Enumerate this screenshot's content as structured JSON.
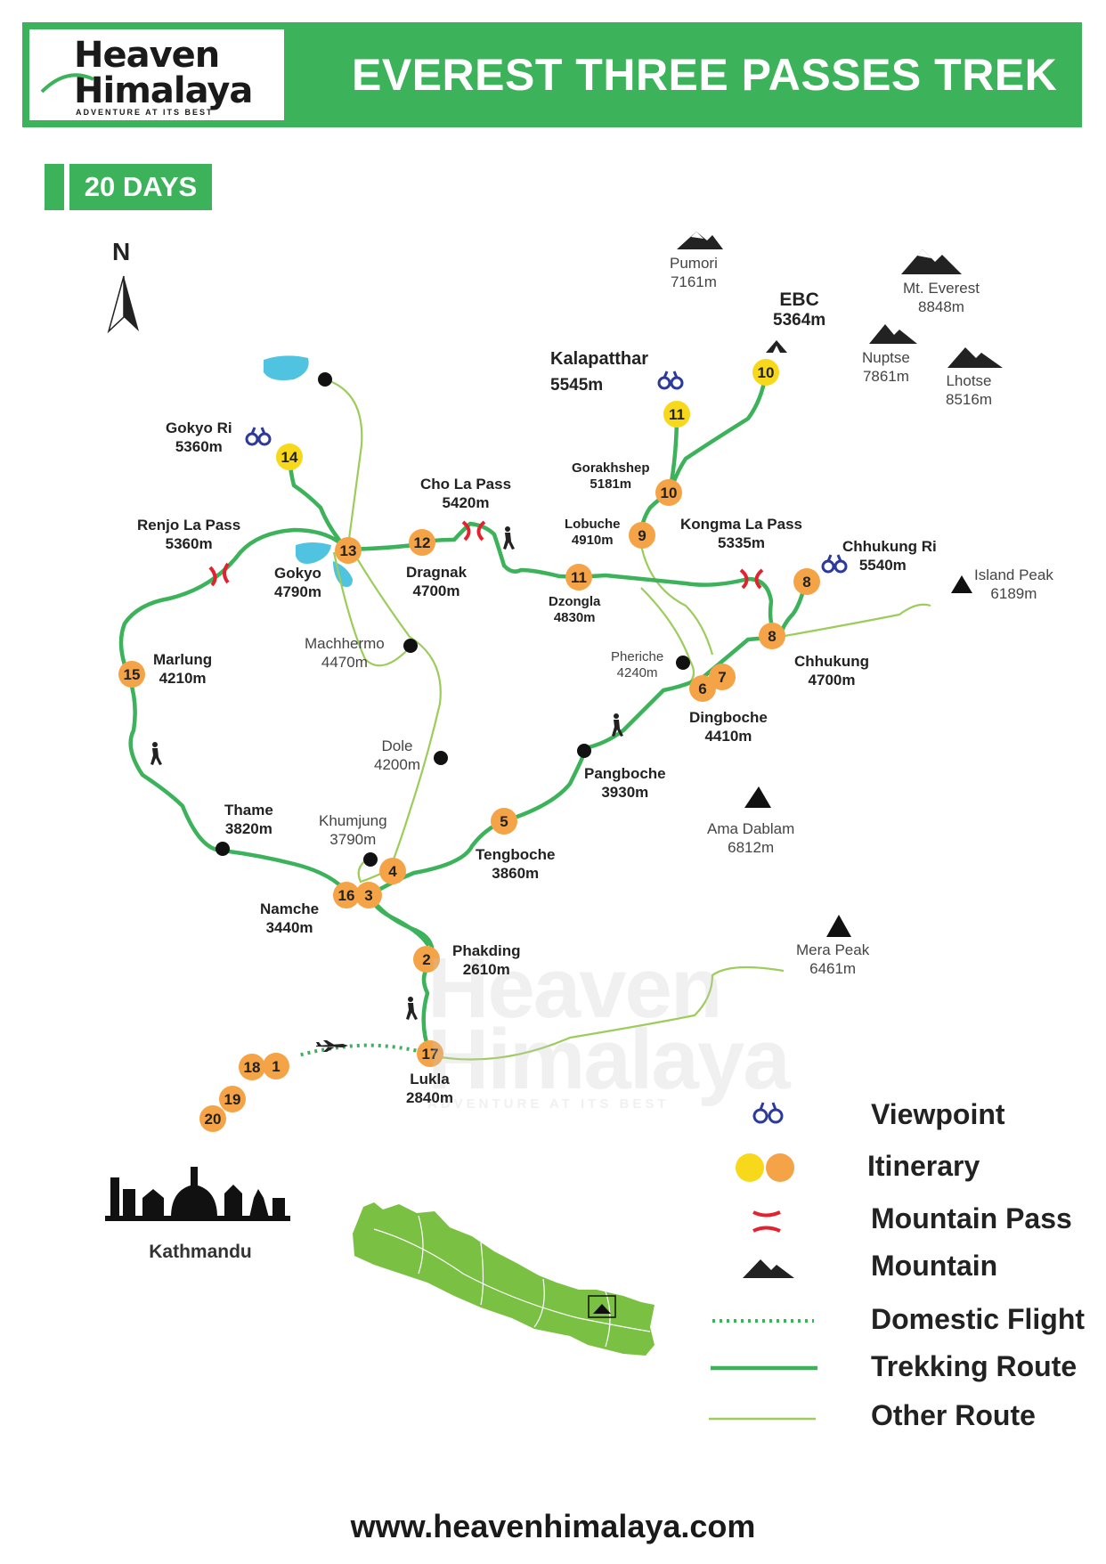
{
  "header": {
    "logo_line1": "Heaven",
    "logo_line2": "Himalaya",
    "logo_tagline": "ADVENTURE AT ITS BEST",
    "title": "EVEREST THREE PASSES TREK"
  },
  "duration_badge": "20 DAYS",
  "north_label": "N",
  "places": [
    {
      "id": "pumori",
      "name": "Pumori",
      "alt": "7161m"
    },
    {
      "id": "ebc",
      "name": "EBC",
      "alt": "5364m"
    },
    {
      "id": "everest",
      "name": "Mt. Everest",
      "alt": "8848m"
    },
    {
      "id": "nuptse",
      "name": "Nuptse",
      "alt": "7861m"
    },
    {
      "id": "lhotse",
      "name": "Lhotse",
      "alt": "8516m"
    },
    {
      "id": "kalapatthar",
      "name": "Kalapatthar",
      "alt": "5545m"
    },
    {
      "id": "gokyo-ri",
      "name": "Gokyo Ri",
      "alt": "5360m"
    },
    {
      "id": "gorakhshep",
      "name": "Gorakhshep",
      "alt": "5181m"
    },
    {
      "id": "cho-la",
      "name": "Cho La Pass",
      "alt": "5420m"
    },
    {
      "id": "lobuche",
      "name": "Lobuche",
      "alt": "4910m"
    },
    {
      "id": "kongma-la",
      "name": "Kongma La Pass",
      "alt": "5335m"
    },
    {
      "id": "renjo-la",
      "name": "Renjo La Pass",
      "alt": "5360m"
    },
    {
      "id": "chhukung-ri",
      "name": "Chhukung Ri",
      "alt": "5540m"
    },
    {
      "id": "island-peak",
      "name": "Island Peak",
      "alt": "6189m"
    },
    {
      "id": "gokyo",
      "name": "Gokyo",
      "alt": "4790m"
    },
    {
      "id": "dragnak",
      "name": "Dragnak",
      "alt": "4700m"
    },
    {
      "id": "dzongla",
      "name": "Dzongla",
      "alt": "4830m"
    },
    {
      "id": "machhermo",
      "name": "Machhermo",
      "alt": "4470m"
    },
    {
      "id": "pheriche",
      "name": "Pheriche",
      "alt": "4240m"
    },
    {
      "id": "chhukung",
      "name": "Chhukung",
      "alt": "4700m"
    },
    {
      "id": "marlung",
      "name": "Marlung",
      "alt": "4210m"
    },
    {
      "id": "dingboche",
      "name": "Dingboche",
      "alt": "4410m"
    },
    {
      "id": "dole",
      "name": "Dole",
      "alt": "4200m"
    },
    {
      "id": "pangboche",
      "name": "Pangboche",
      "alt": "3930m"
    },
    {
      "id": "thame",
      "name": "Thame",
      "alt": "3820m"
    },
    {
      "id": "khumjung",
      "name": "Khumjung",
      "alt": "3790m"
    },
    {
      "id": "ama-dablam",
      "name": "Ama Dablam",
      "alt": "6812m"
    },
    {
      "id": "tengboche",
      "name": "Tengboche",
      "alt": "3860m"
    },
    {
      "id": "namche",
      "name": "Namche",
      "alt": "3440m"
    },
    {
      "id": "mera-peak",
      "name": "Mera Peak",
      "alt": "6461m"
    },
    {
      "id": "phakding",
      "name": "Phakding",
      "alt": "2610m"
    },
    {
      "id": "lukla",
      "name": "Lukla",
      "alt": "2840m"
    }
  ],
  "itinerary_markers": [
    {
      "day": "1",
      "color": "orange"
    },
    {
      "day": "2",
      "color": "orange"
    },
    {
      "day": "3",
      "color": "orange"
    },
    {
      "day": "4",
      "color": "orange"
    },
    {
      "day": "5",
      "color": "orange"
    },
    {
      "day": "6",
      "color": "orange"
    },
    {
      "day": "7",
      "color": "orange"
    },
    {
      "day": "8",
      "color": "orange"
    },
    {
      "day": "8",
      "color": "orange"
    },
    {
      "day": "9",
      "color": "orange"
    },
    {
      "day": "10",
      "color": "orange"
    },
    {
      "day": "10",
      "color": "yellow"
    },
    {
      "day": "11",
      "color": "yellow"
    },
    {
      "day": "11",
      "color": "orange"
    },
    {
      "day": "12",
      "color": "orange"
    },
    {
      "day": "13",
      "color": "orange"
    },
    {
      "day": "14",
      "color": "yellow"
    },
    {
      "day": "15",
      "color": "orange"
    },
    {
      "day": "16",
      "color": "orange"
    },
    {
      "day": "17",
      "color": "orange"
    },
    {
      "day": "18",
      "color": "orange"
    },
    {
      "day": "19",
      "color": "orange"
    },
    {
      "day": "20",
      "color": "orange"
    }
  ],
  "kathmandu_label": "Kathmandu",
  "watermark": {
    "line1": "Heaven",
    "line2": "Himalaya",
    "tagline": "ADVENTURE AT ITS BEST"
  },
  "legend": [
    {
      "icon": "binoculars-icon",
      "label": "Viewpoint"
    },
    {
      "icon": "itinerary-dots-icon",
      "label": "Itinerary"
    },
    {
      "icon": "mountain-pass-icon",
      "label": "Mountain Pass"
    },
    {
      "icon": "mountain-icon",
      "label": "Mountain"
    },
    {
      "icon": "dotted-line-icon",
      "label": "Domestic Flight"
    },
    {
      "icon": "thick-line-icon",
      "label": "Trekking Route"
    },
    {
      "icon": "thin-line-icon",
      "label": "Other Route"
    }
  ],
  "colors": {
    "brand_green": "#3cb25a",
    "trek_route": "#3cb25a",
    "other_route": "#9ccc5a",
    "marker_orange": "#f5a347",
    "marker_yellow": "#f7d81b",
    "pass_red": "#e2232f",
    "lake_blue": "#4fc3e0",
    "nepal_green": "#7ac143",
    "viewpoint_blue": "#2b3a9b"
  },
  "website": "www.heavenhimalaya.com"
}
